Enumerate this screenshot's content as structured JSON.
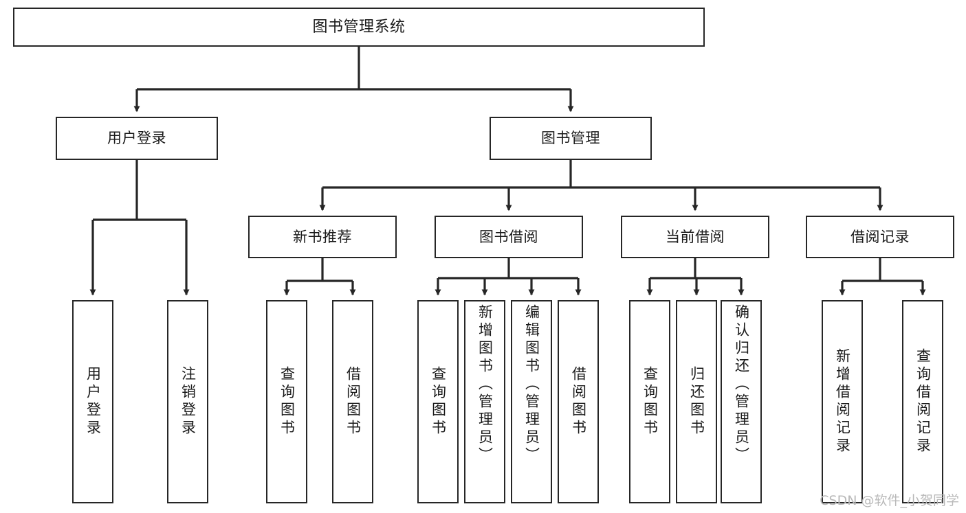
{
  "diagram": {
    "type": "hierarchy-tree",
    "title": "图书管理系统",
    "watermark": "CSDN @软件_小贺同学",
    "colors": {
      "node_border": "#262626",
      "node_fill": "#ffffff",
      "edge": "#262626",
      "text": "#1a1a1a",
      "watermark": "#b9b9b9",
      "background": "#ffffff"
    },
    "nodes": {
      "root": {
        "label": "图书管理系统"
      },
      "level2": [
        {
          "id": "user-login",
          "label": "用户登录"
        },
        {
          "id": "book-management",
          "label": "图书管理"
        }
      ],
      "level3": [
        {
          "id": "new-book-recommend",
          "label": "新书推荐"
        },
        {
          "id": "book-borrow",
          "label": "图书借阅"
        },
        {
          "id": "current-borrow",
          "label": "当前借阅"
        },
        {
          "id": "borrow-record",
          "label": "借阅记录"
        }
      ],
      "leaves": {
        "user-login": [
          {
            "id": "leaf-user-login",
            "label": "用户登录",
            "align": "centered"
          },
          {
            "id": "leaf-user-logout",
            "label": "注销登录",
            "align": "centered"
          }
        ],
        "new-book-recommend": [
          {
            "id": "leaf-query-book-1",
            "label": "查询图书",
            "align": "centered"
          },
          {
            "id": "leaf-borrow-book-1",
            "label": "借阅图书",
            "align": "centered"
          }
        ],
        "book-borrow": [
          {
            "id": "leaf-query-book-2",
            "label": "查询图书",
            "align": "centered"
          },
          {
            "id": "leaf-add-book",
            "label": "新增图书（管理员）",
            "align": "top"
          },
          {
            "id": "leaf-edit-book",
            "label": "编辑图书（管理员）",
            "align": "top"
          },
          {
            "id": "leaf-borrow-book-2",
            "label": "借阅图书",
            "align": "centered"
          }
        ],
        "current-borrow": [
          {
            "id": "leaf-query-book-3",
            "label": "查询图书",
            "align": "centered"
          },
          {
            "id": "leaf-return-book",
            "label": "归还图书",
            "align": "centered"
          },
          {
            "id": "leaf-confirm-return",
            "label": "确认归还（管理员）",
            "align": "top"
          }
        ],
        "borrow-record": [
          {
            "id": "leaf-add-record",
            "label": "新增借阅记录",
            "align": "centered"
          },
          {
            "id": "leaf-query-record",
            "label": "查询借阅记录",
            "align": "centered"
          }
        ]
      }
    }
  }
}
